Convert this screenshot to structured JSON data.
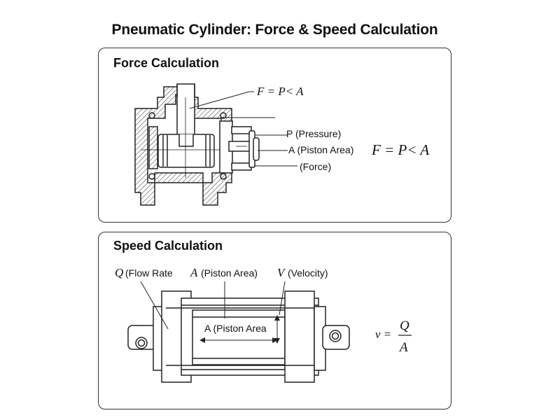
{
  "page_title": "Pneumatic Cylinder: Force & Speed Calculation",
  "force": {
    "heading": "Force Calculation",
    "formula_top": "F = P< A",
    "label_pressure": "P (Pressure)",
    "label_area": "A (Piston Area)",
    "label_force": "(Force)",
    "formula_side": "F = P< A"
  },
  "speed": {
    "heading": "Speed Calculation",
    "q_symbol": "Q",
    "q_label": "(Flow Rate",
    "a_symbol": "A",
    "a_label": "(Piston Area)",
    "v_symbol": "V",
    "v_label": "(Velocity)",
    "inner_label": "A (Piston Area",
    "formula_lhs": "v =",
    "formula_num": "Q",
    "formula_den": "A"
  }
}
